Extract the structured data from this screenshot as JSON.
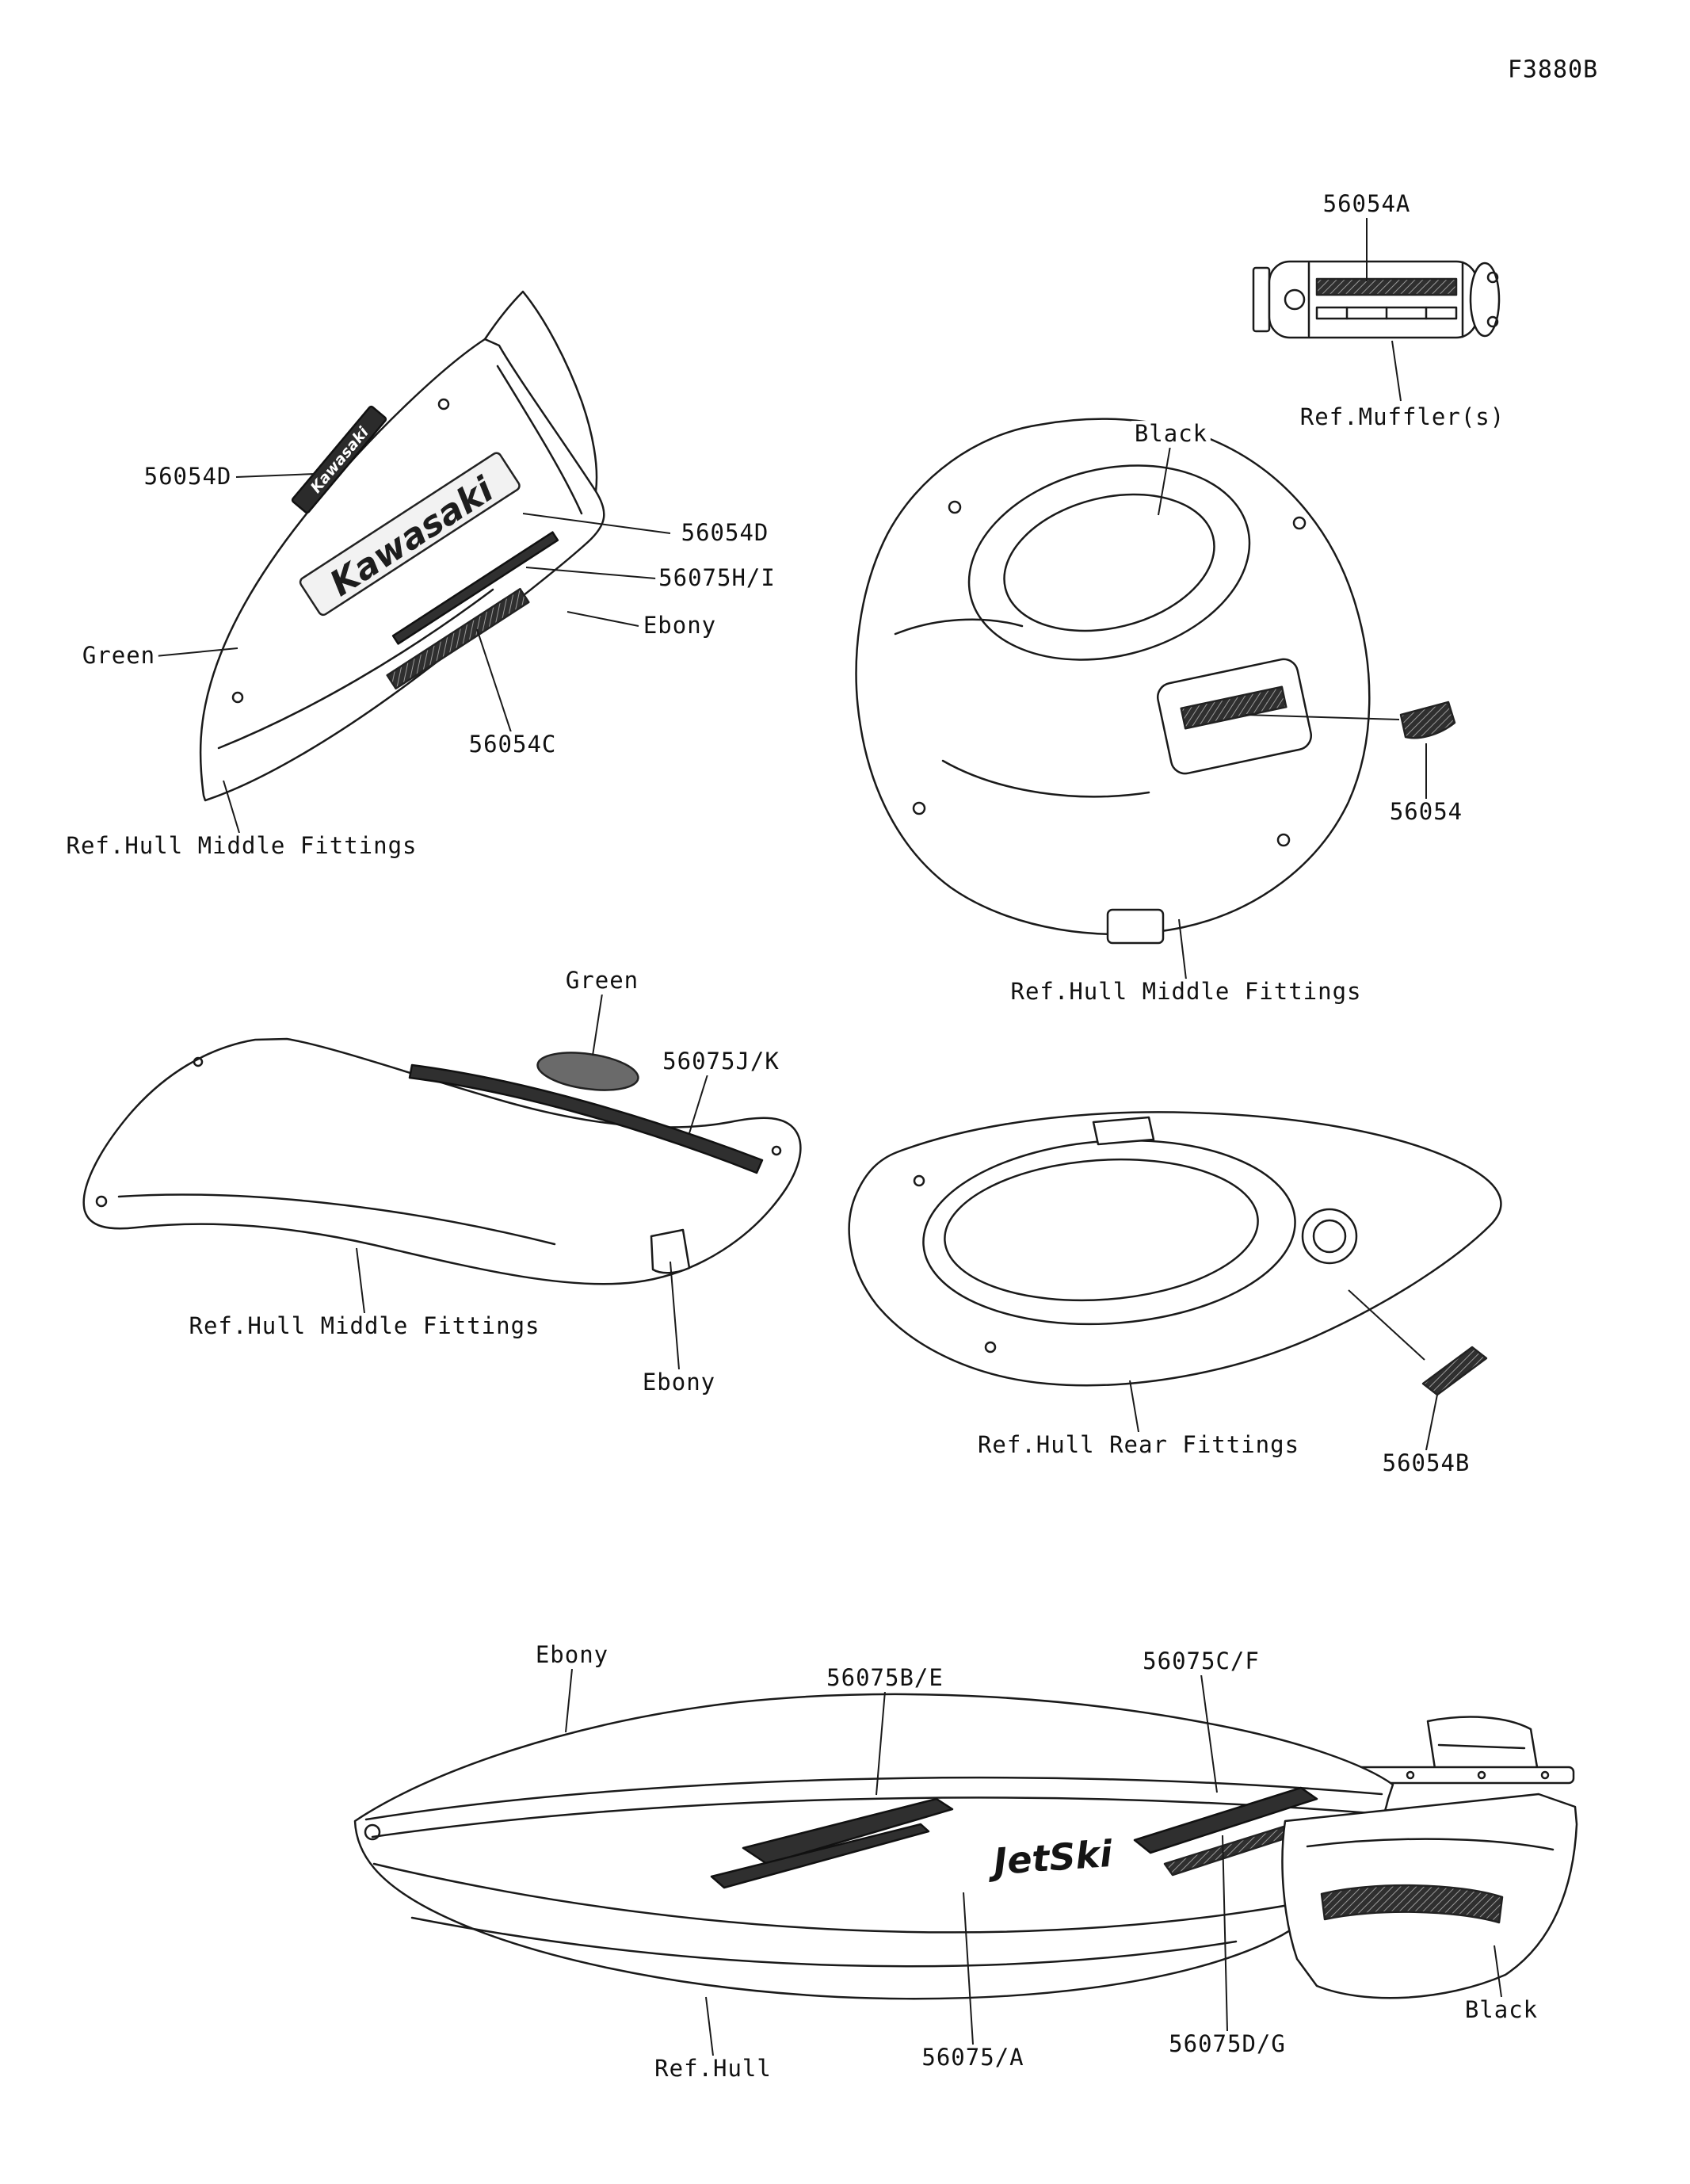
{
  "doc": {
    "code": "F3880B"
  },
  "labels": {
    "muffler_part": "56054A",
    "muffler_ref": "Ref.Muffler(s)",
    "seat_black": "Black",
    "seat_part": "56054",
    "seat_ref": "Ref.Hull Middle Fittings",
    "panel_part_d1": "56054D",
    "panel_part_d2": "56054D",
    "panel_part_hi": "56075H/I",
    "panel_ebony": "Ebony",
    "panel_green": "Green",
    "panel_part_c": "56054C",
    "panel_ref": "Ref.Hull Middle Fittings",
    "cowl_green": "Green",
    "cowl_part_jk": "56075J/K",
    "cowl_ref": "Ref.Hull Middle Fittings",
    "cowl_ebony": "Ebony",
    "tray_ref": "Ref.Hull Rear Fittings",
    "tray_part_b": "56054B",
    "hull_ebony": "Ebony",
    "hull_part_be": "56075B/E",
    "hull_part_cf": "56075C/F",
    "hull_ref": "Ref.Hull",
    "hull_part_a": "56075/A",
    "hull_part_dg": "56075D/G",
    "hull_black": "Black"
  },
  "decals": {
    "brand": "Kawasaki",
    "brand_small": "Kawasaki",
    "jetski": "JetSki"
  }
}
